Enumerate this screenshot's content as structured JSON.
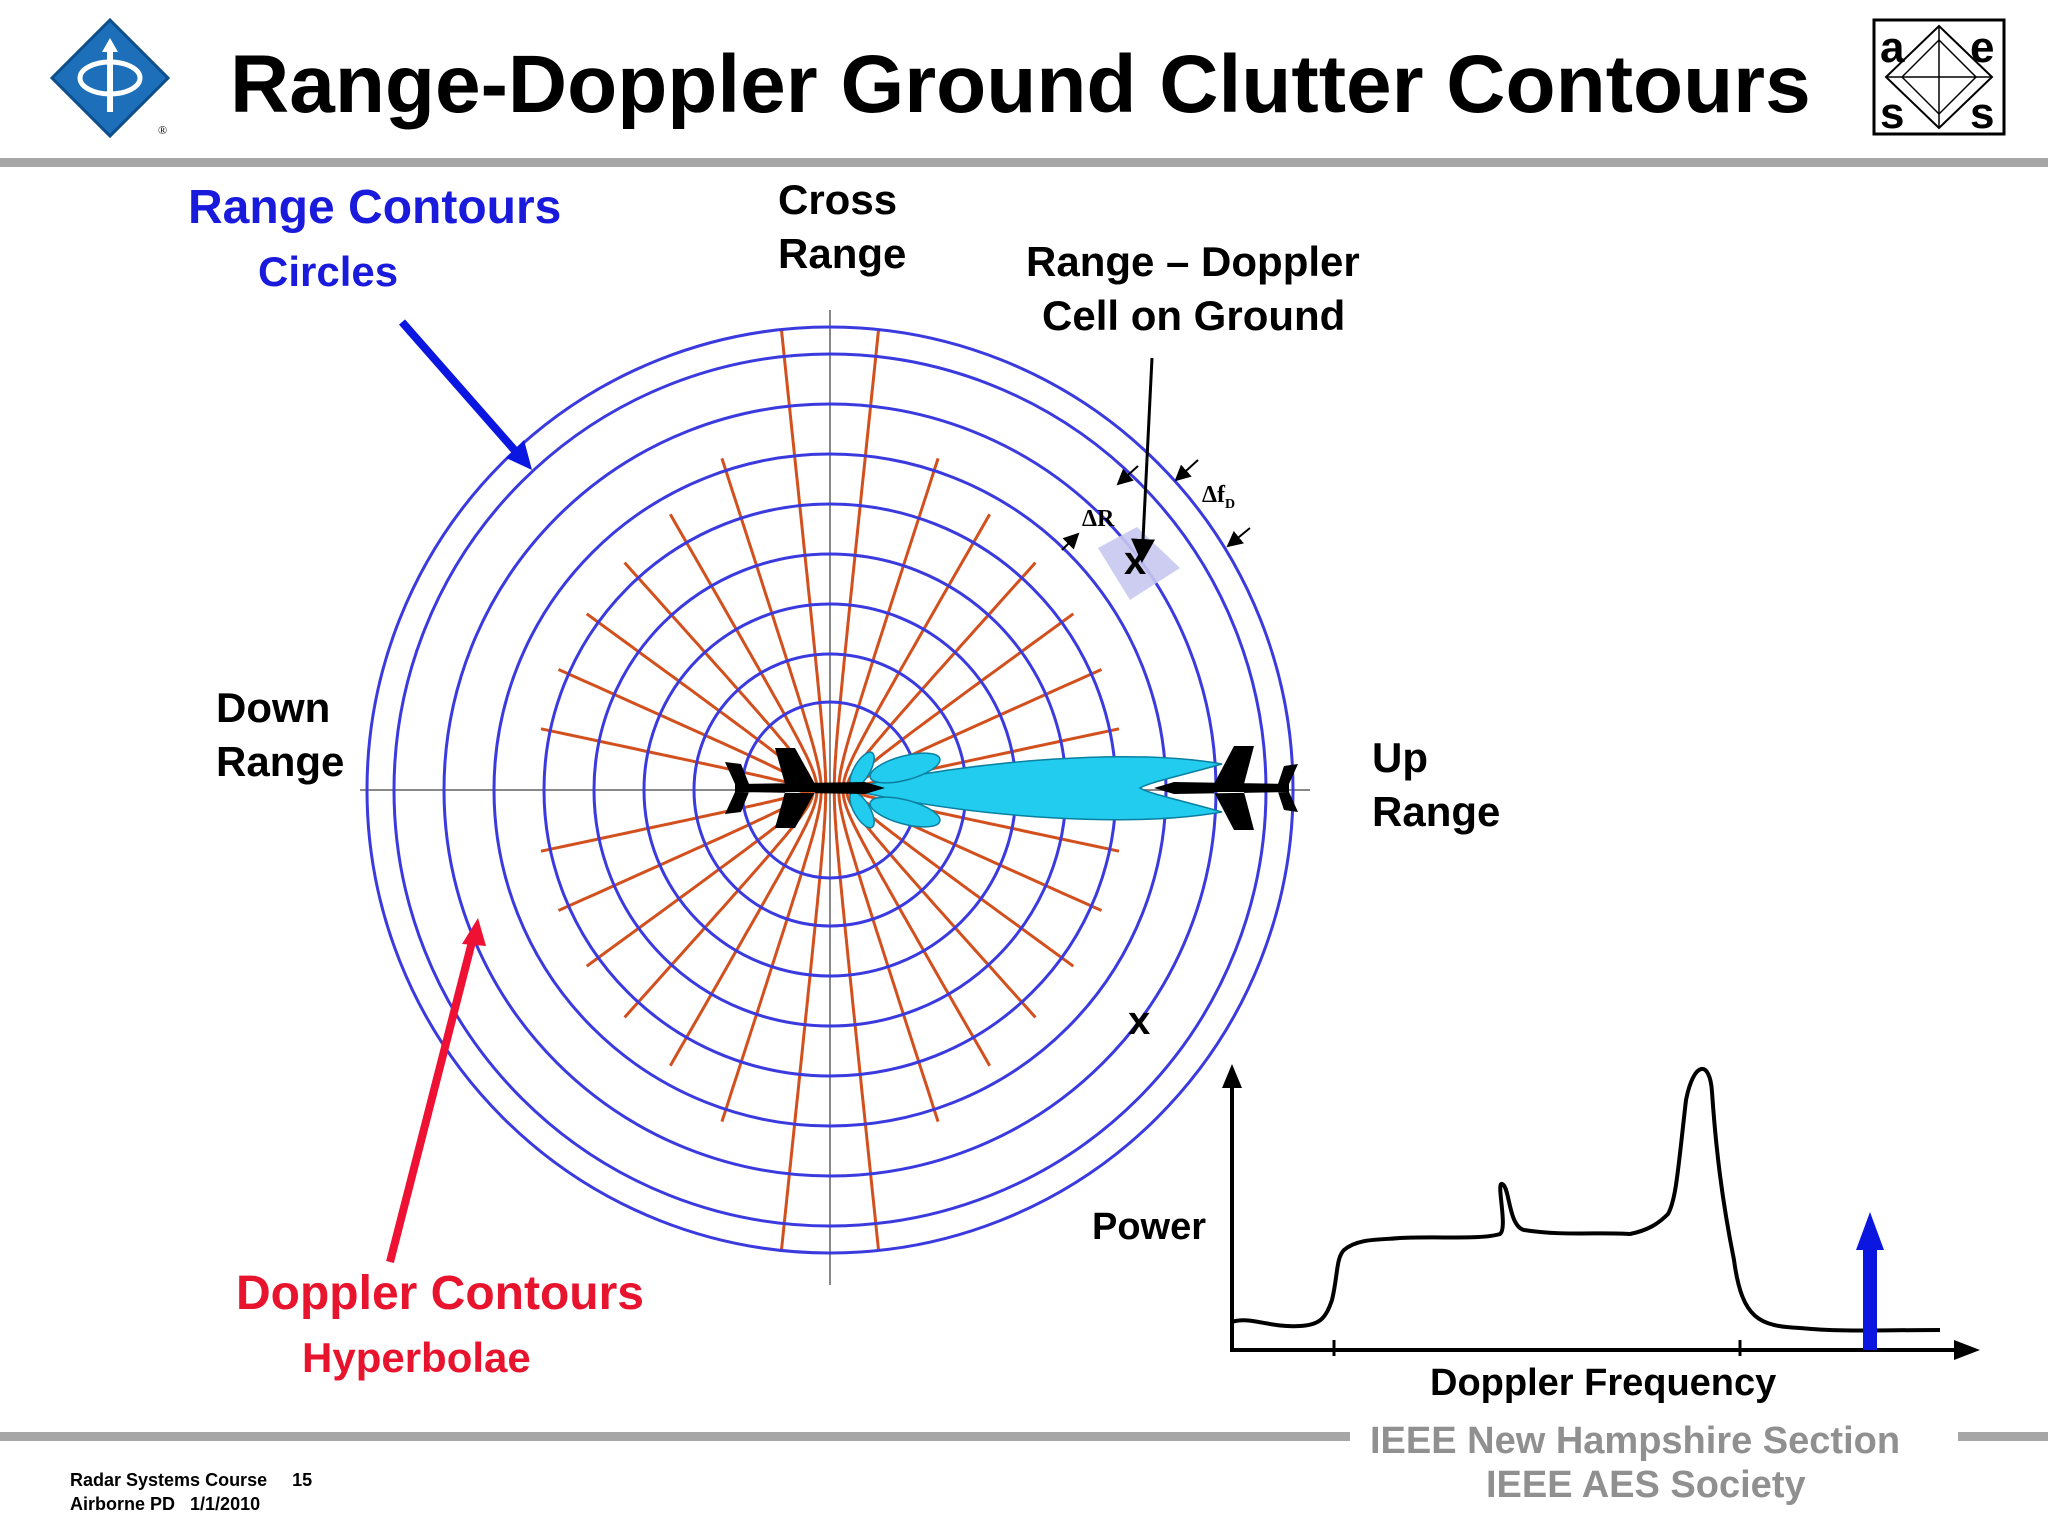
{
  "title": "Range-Doppler Ground Clutter Contours",
  "labels": {
    "range_contours": "Range Contours",
    "circles": "Circles",
    "cross_range_1": "Cross",
    "cross_range_2": "Range",
    "cell_1": "Range – Doppler",
    "cell_2": "Cell on Ground",
    "down_range_1": "Down",
    "down_range_2": "Range",
    "up_range_1": "Up",
    "up_range_2": "Range",
    "doppler_contours": "Doppler Contours",
    "hyperbolae": "Hyperbolae",
    "delta_r": "ΔR",
    "delta_fd": "Δf",
    "delta_fd_sub": "D",
    "cell_marker": "x",
    "second_marker": "x",
    "power": "Power",
    "doppler_frequency": "Doppler Frequency"
  },
  "footer": {
    "course": "Radar Systems Course",
    "page": "15",
    "subtitle": "Airborne PD",
    "date": "1/1/2010",
    "section": "IEEE New Hampshire Section",
    "society": "IEEE AES Society"
  },
  "logo_aess": {
    "a": "a",
    "e": "e",
    "s1": "s",
    "s2": "s"
  },
  "colors": {
    "range_contour": "#3a3adf",
    "doppler_contour": "#d2501e",
    "beam": "#22ccee",
    "cell_fill": "#c8c8f0",
    "range_arrow": "#0b16e0",
    "doppler_arrow": "#ee1133",
    "rule": "#a6a6a6",
    "footer_text": "#909090"
  },
  "icons": [
    "ieee-logo-icon",
    "aess-logo-icon",
    "fighter-jet-icon",
    "radar-beam-icon"
  ]
}
